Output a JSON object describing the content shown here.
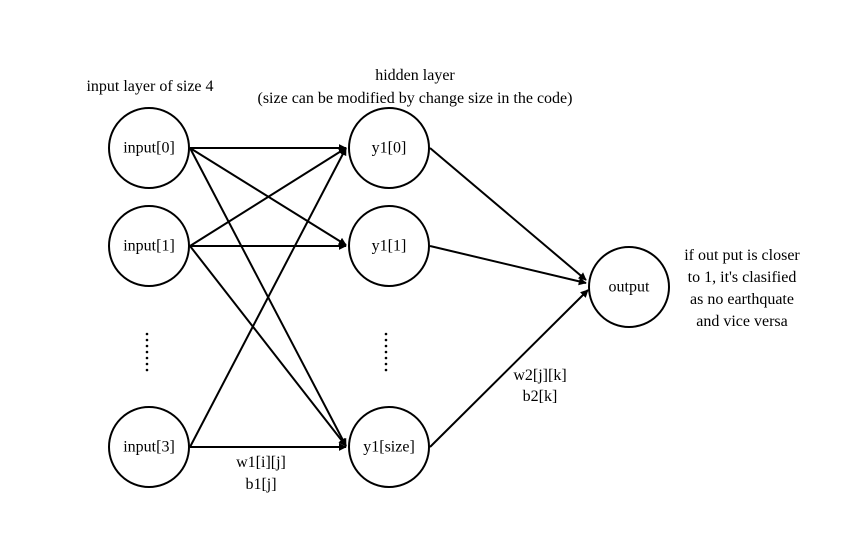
{
  "header": {
    "input_layer_label": "input layer of size 4",
    "hidden_layer_label": "hidden layer",
    "hidden_layer_note": "(size can be modified by change size in the code)"
  },
  "nodes": {
    "input_0": "input[0]",
    "input_1": "input[1]",
    "input_3": "input[3]",
    "y1_0": "y1[0]",
    "y1_1": "y1[1]",
    "y1_size": "y1[size]",
    "output": "output"
  },
  "weights": {
    "w1": "w1[i][j]",
    "b1": "b1[j]",
    "w2": "w2[j][k]",
    "b2": "b2[k]"
  },
  "note": {
    "line1": "if out put is closer",
    "line2": "to 1, it's clasified",
    "line3": "as no earthquate",
    "line4": "and vice versa"
  }
}
